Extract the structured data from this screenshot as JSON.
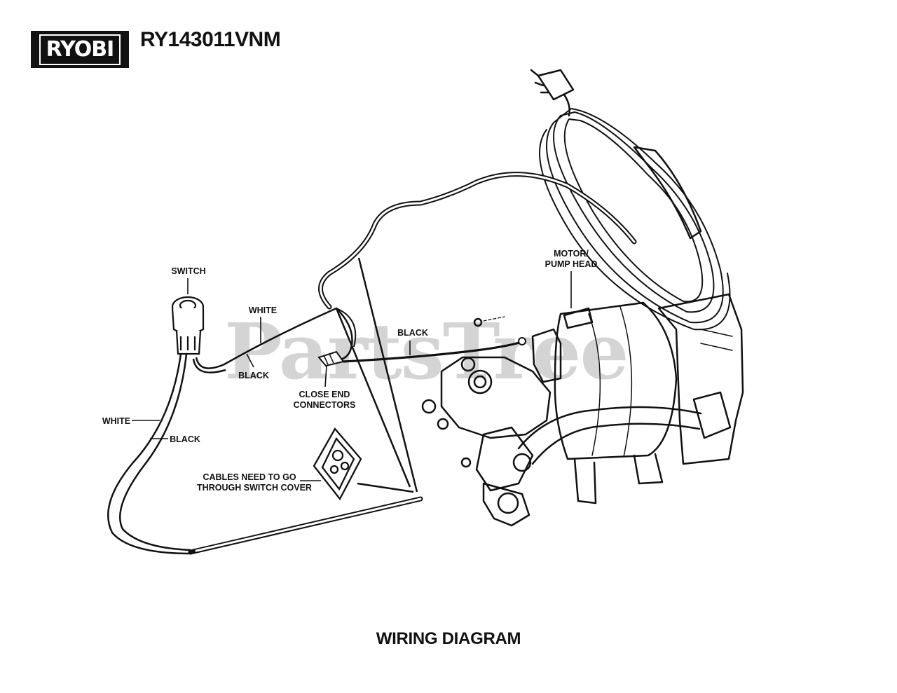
{
  "header": {
    "brand_logo": "RYOBI",
    "model": "RY143011VNM"
  },
  "watermark": "PartsTree",
  "labels": {
    "switch": "SWITCH",
    "white_top": "WHITE",
    "black_mid": "BLACK",
    "black_right": "BLACK",
    "close_end_1": "CLOSE END",
    "close_end_2": "CONNECTORS",
    "motor_1": "MOTOR/",
    "motor_2": "PUMP HEAD",
    "white_left": "WHITE",
    "black_left": "BLACK",
    "cables_1": "CABLES NEED TO GO",
    "cables_2": "THROUGH SWITCH COVER"
  },
  "footer": {
    "title": "WIRING DIAGRAM"
  }
}
